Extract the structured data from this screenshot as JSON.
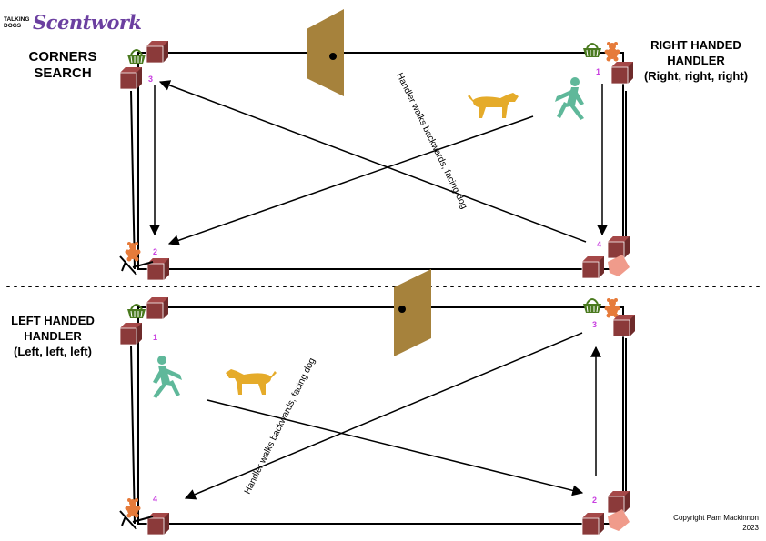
{
  "logo": {
    "small_text": "TALKING DOGS",
    "brand_text": "Scentwork"
  },
  "title": "CORNERS SEARCH",
  "right_panel_label": {
    "line1": "RIGHT HANDED",
    "line2": "HANDLER",
    "line3": "(Right, right, right)"
  },
  "left_panel_label": {
    "line1": "LEFT HANDED",
    "line2": "HANDLER",
    "line3": "(Left, left, left)"
  },
  "right_diagram": {
    "annotation": "Handler walks backwards, facing dog",
    "corner_numbers": [
      "1",
      "2",
      "3",
      "4"
    ]
  },
  "left_diagram": {
    "annotation": "Handler walks backwards, facing dog",
    "corner_numbers": [
      "1",
      "2",
      "3",
      "4"
    ]
  },
  "copyright": {
    "line1": "Copyright Pam Mackinnon",
    "line2": "2023"
  },
  "colors": {
    "box": "#8b3a3a",
    "door": "#a6823c",
    "handler": "#5fb89a",
    "dog": "#e5ab2a",
    "basket": "#4a7a1f",
    "toy_orange": "#e67b3a",
    "toy_pink": "#f09b8b",
    "number": "#c83ee0"
  }
}
